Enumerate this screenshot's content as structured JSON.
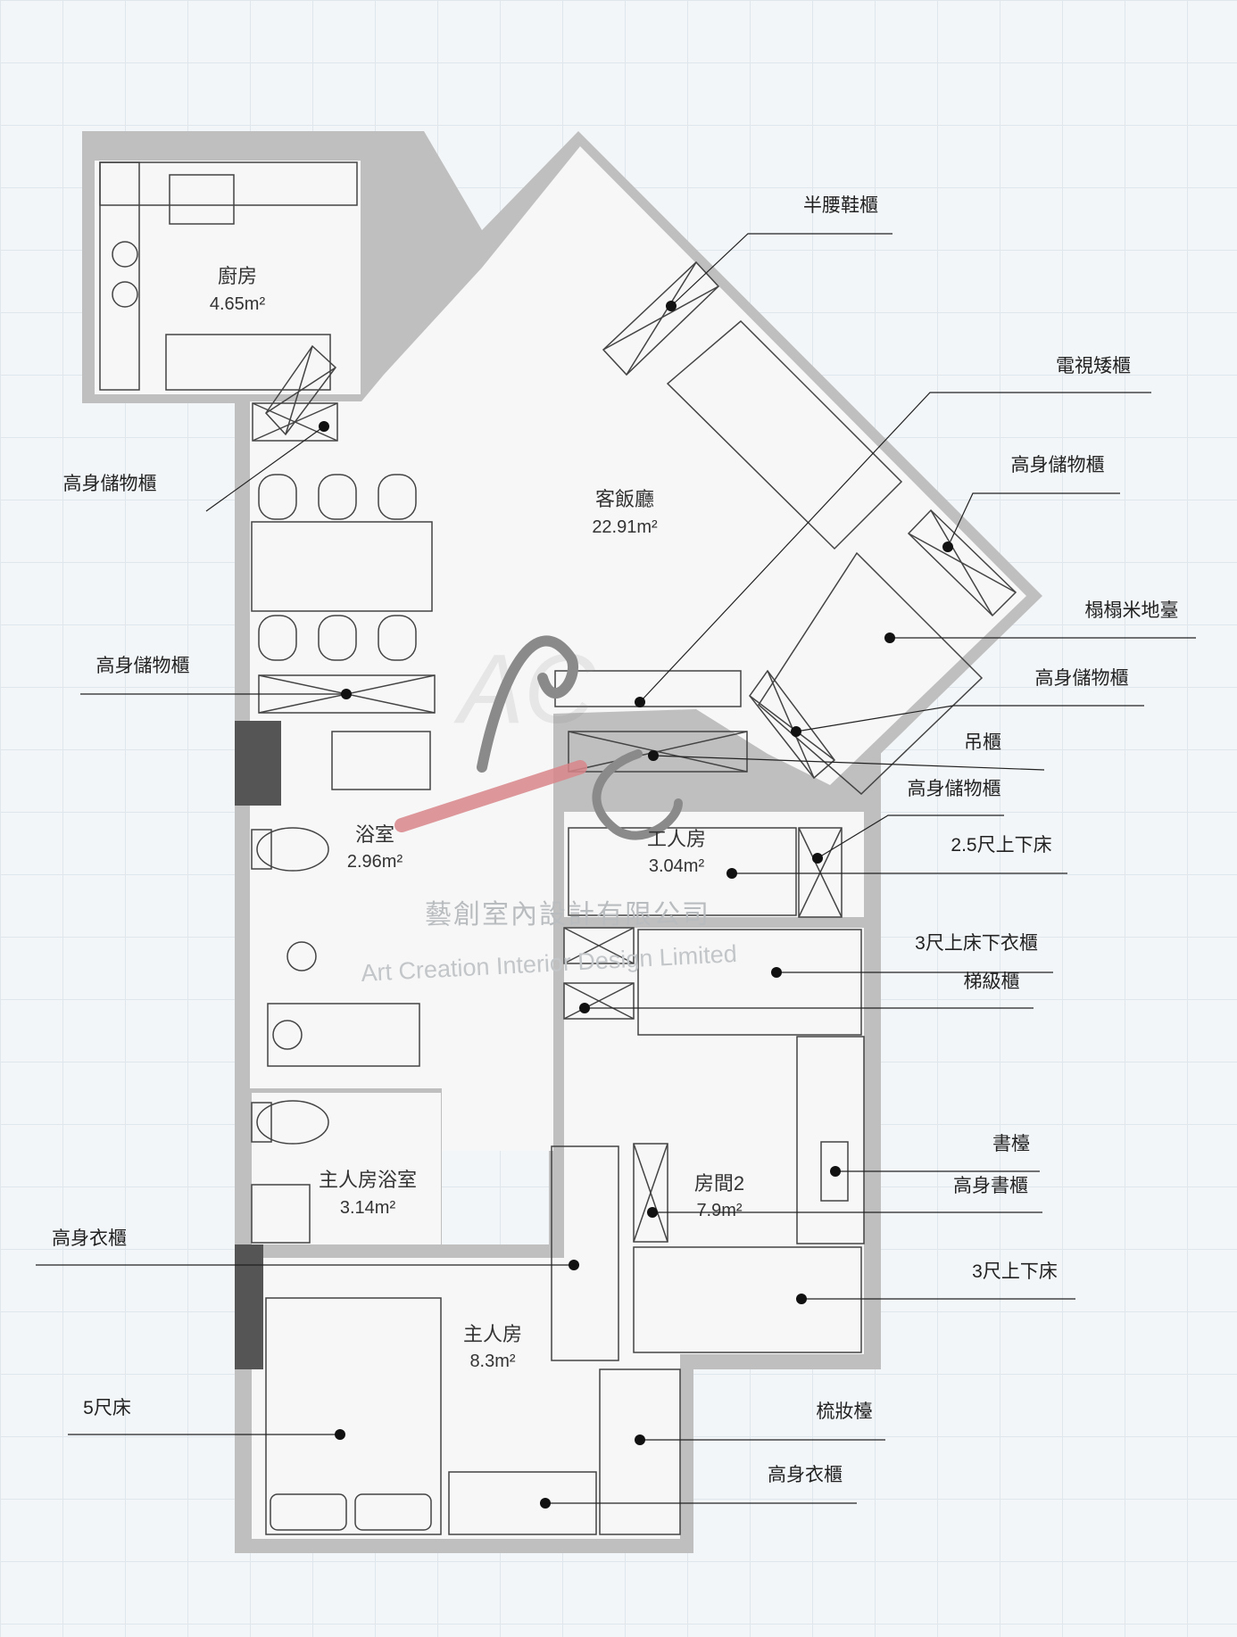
{
  "colors": {
    "wall": "#bfbfbf",
    "wall_dark": "#555555",
    "floor": "#f7f7f7",
    "furniture_stroke": "#444444",
    "leader": "#222222",
    "logo_gray": "#8a8a8a",
    "logo_red": "#d9868a"
  },
  "rooms": {
    "kitchen": {
      "name": "廚房",
      "area": "4.65m²"
    },
    "living": {
      "name": "客飯廳",
      "area": "22.91m²"
    },
    "bath": {
      "name": "浴室",
      "area": "2.96m²"
    },
    "maid": {
      "name": "工人房",
      "area": "3.04m²"
    },
    "master_bath": {
      "name": "主人房浴室",
      "area": "3.14m²"
    },
    "room2": {
      "name": "房間2",
      "area": "7.9m²"
    },
    "master": {
      "name": "主人房",
      "area": "8.3m²"
    }
  },
  "callouts": {
    "shoe_cabinet": "半腰鞋櫃",
    "tv_cabinet": "電視矮櫃",
    "tall_storage_1": "高身儲物櫃",
    "tall_storage_2": "高身儲物櫃",
    "tatami": "榻榻米地臺",
    "tall_storage_3": "高身儲物櫃",
    "tall_storage_4": "高身儲物櫃",
    "hanging_cabinet": "吊櫃",
    "tall_storage_5": "高身儲物櫃",
    "bunk_25": "2.5尺上下床",
    "bunk_wardrobe_3": "3尺上床下衣櫃",
    "stair_cabinet": "梯級櫃",
    "desk": "書檯",
    "tall_bookcase": "高身書櫃",
    "bunk_3": "3尺上下床",
    "tall_wardrobe_1": "高身衣櫃",
    "bed_5": "5尺床",
    "dressing_table": "梳妝檯",
    "tall_wardrobe_2": "高身衣櫃"
  },
  "watermark": {
    "logo": "AC",
    "cn": "藝創室內設計有限公司",
    "en": "Art Creation Interior Design Limited"
  }
}
